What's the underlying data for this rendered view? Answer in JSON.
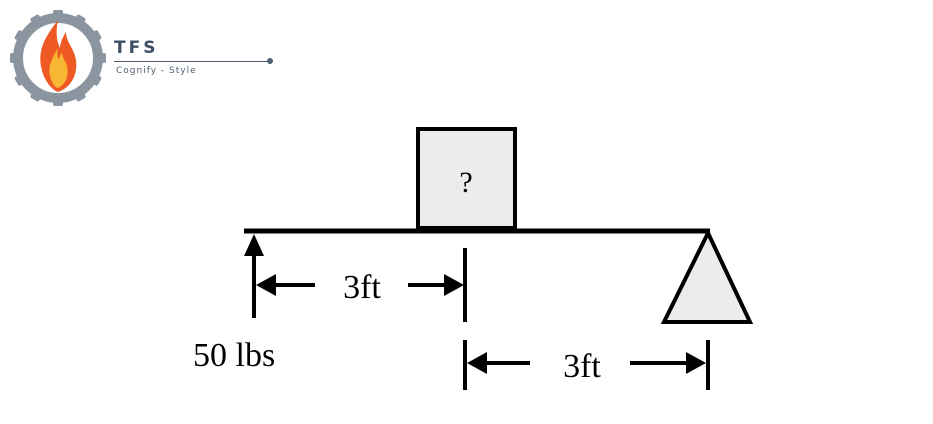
{
  "brand": {
    "name": "TFS",
    "tagline": "Cognify - Style",
    "colors": {
      "gear": "#8a95a0",
      "flame_outer": "#ef5a24",
      "flame_inner": "#f7b733",
      "text": "#3d4f63"
    }
  },
  "diagram": {
    "unknown_weight_label": "?",
    "applied_force_label": "50 lbs",
    "distance_left_label": "3ft",
    "distance_right_label": "3ft",
    "colors": {
      "box_fill": "#ececec",
      "fulcrum_fill": "#ececec",
      "line": "#000000"
    }
  }
}
